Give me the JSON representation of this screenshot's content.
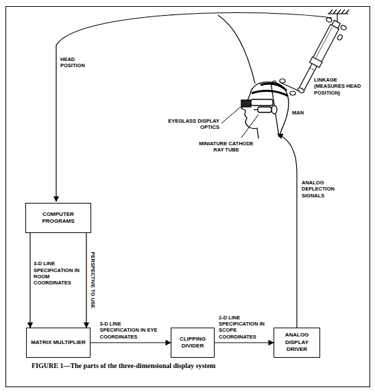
{
  "diagram": {
    "caption": "FIGURE 1—The parts of the three-dimensional display system",
    "nodes": [
      {
        "text": [
          "COMPUTER PROGRAMS"
        ]
      },
      {
        "text": [
          "MATRIX MULTIPLIER"
        ]
      },
      {
        "text": [
          "CLIPPING DIVIDER"
        ]
      },
      {
        "text": [
          "ANALOG DISPLAY DRIVER"
        ]
      }
    ],
    "edges": [
      {
        "from": 0,
        "to": 1,
        "arrow": "to",
        "label": "3-D LINE SPECIFICATION IN ROOM COORDINATES"
      },
      {
        "from": 0,
        "to": 1,
        "arrow": "to",
        "label": "PERSPECTIVE TO USE"
      },
      {
        "from": 1,
        "to": 2,
        "arrow": "to",
        "label": "3-D LINE SPECIFICATION IN EYE COORDINATES"
      },
      {
        "from": 2,
        "to": 3,
        "arrow": "to",
        "label": "2-D LINE SPECIFICATION IN SCOPE COORDINATES"
      }
    ],
    "labels": [
      "HEAD POSITION",
      "LINKAGE (MEASURES HEAD POSITION)",
      "MAN",
      "EYEGLASS DISPLAY OPTICS",
      "MINIATURE CATHODE RAY TUBE",
      "ANALOG DEFLECTION SIGNALS"
    ]
  }
}
